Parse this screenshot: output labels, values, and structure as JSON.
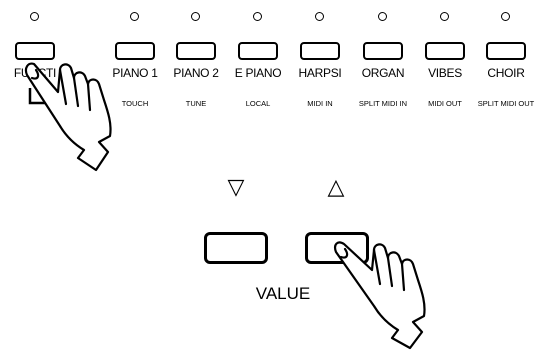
{
  "panel": {
    "buttons": [
      {
        "label": "FUNCTI",
        "sub": ""
      },
      {
        "label": "PIANO 1",
        "sub": "TOUCH"
      },
      {
        "label": "PIANO 2",
        "sub": "TUNE"
      },
      {
        "label": "E PIANO",
        "sub": "LOCAL"
      },
      {
        "label": "HARPSI",
        "sub": "MIDI IN"
      },
      {
        "label": "ORGAN",
        "sub": "SPLIT MIDI IN"
      },
      {
        "label": "VIBES",
        "sub": "MIDI OUT"
      },
      {
        "label": "CHOIR",
        "sub": "SPLIT MIDI OUT"
      }
    ]
  },
  "value": {
    "down_symbol": "▽",
    "up_symbol": "△",
    "label": "VALUE"
  },
  "icons": {
    "led": "indicator-led-icon",
    "hand": "pointing-hand-icon"
  }
}
